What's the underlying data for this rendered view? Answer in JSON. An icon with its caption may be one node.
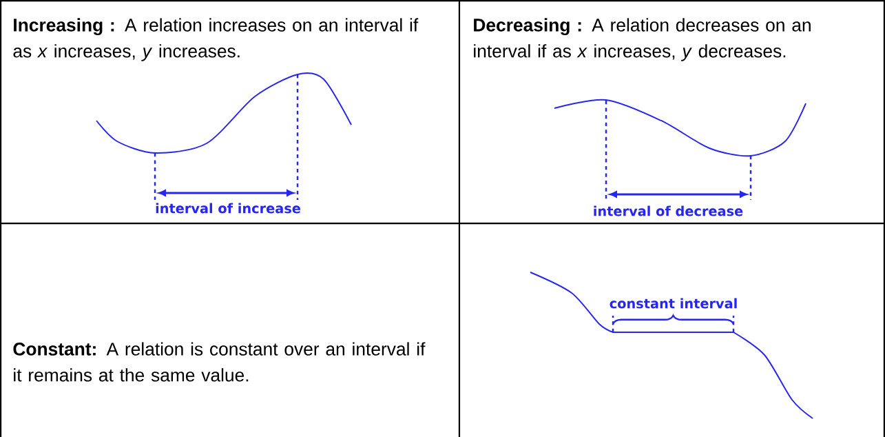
{
  "diagram": {
    "labels": [
      "**Increasing :**  A relation increases on an interval if as *x* increases, *y* increases.",
      "interval of increase",
      "**Decreasing :**  A relation decreases on an interval if as *x* increases, *y* decreases.",
      "interval of decrease",
      "**Constant:**  A relation is constant over an interval if it remains at the same value.",
      "constant interval"
    ]
  }
}
